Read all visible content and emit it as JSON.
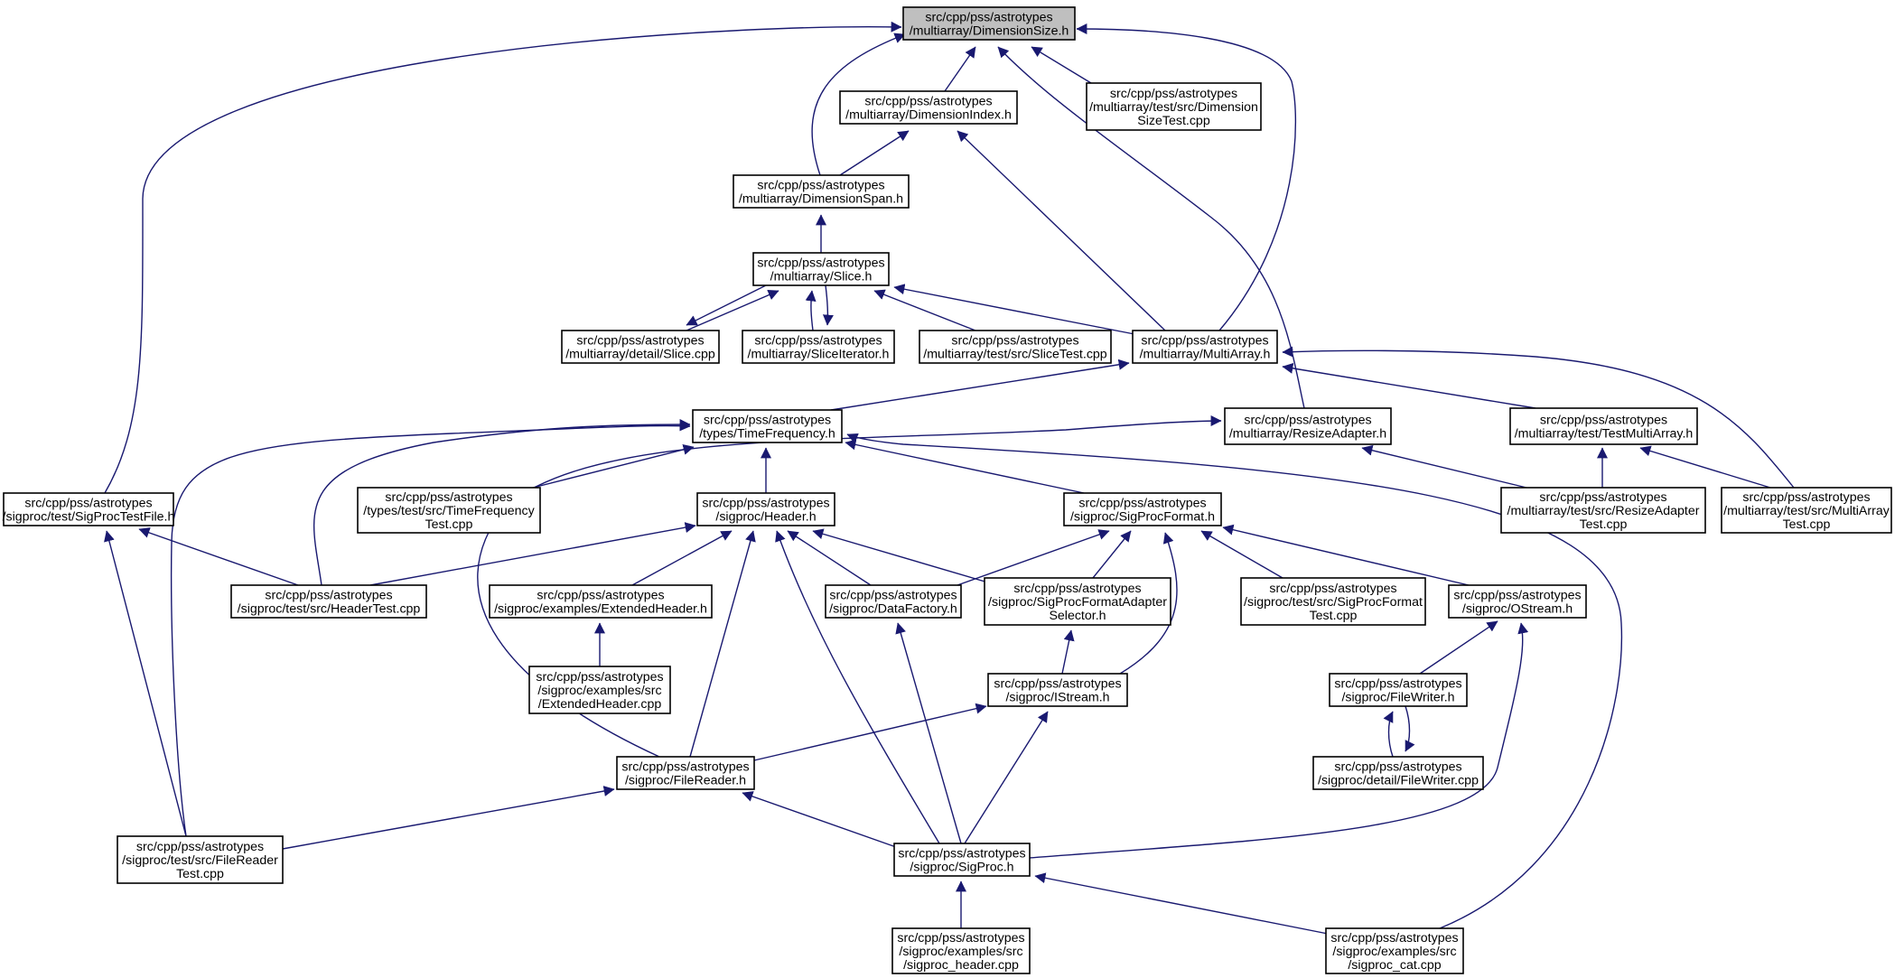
{
  "colors": {
    "edge": "#191970",
    "root_fill": "#bfbfbf",
    "node_fill": "#ffffff",
    "node_border": "#000000"
  },
  "nodes": [
    {
      "id": "DimensionSize_h",
      "lines": [
        "src/cpp/pss/astrotypes",
        "/multiarray/DimensionSize.h"
      ]
    },
    {
      "id": "DimensionIndex_h",
      "lines": [
        "src/cpp/pss/astrotypes",
        "/multiarray/DimensionIndex.h"
      ]
    },
    {
      "id": "DimensionSizeTest_cpp",
      "lines": [
        "src/cpp/pss/astrotypes",
        "/multiarray/test/src/Dimension",
        "SizeTest.cpp"
      ]
    },
    {
      "id": "DimensionSpan_h",
      "lines": [
        "src/cpp/pss/astrotypes",
        "/multiarray/DimensionSpan.h"
      ]
    },
    {
      "id": "Slice_h",
      "lines": [
        "src/cpp/pss/astrotypes",
        "/multiarray/Slice.h"
      ]
    },
    {
      "id": "detail_Slice_cpp",
      "lines": [
        "src/cpp/pss/astrotypes",
        "/multiarray/detail/Slice.cpp"
      ]
    },
    {
      "id": "SliceIterator_h",
      "lines": [
        "src/cpp/pss/astrotypes",
        "/multiarray/SliceIterator.h"
      ]
    },
    {
      "id": "SliceTest_cpp",
      "lines": [
        "src/cpp/pss/astrotypes",
        "/multiarray/test/src/SliceTest.cpp"
      ]
    },
    {
      "id": "MultiArray_h",
      "lines": [
        "src/cpp/pss/astrotypes",
        "/multiarray/MultiArray.h"
      ]
    },
    {
      "id": "TimeFrequency_h",
      "lines": [
        "src/cpp/pss/astrotypes",
        "/types/TimeFrequency.h"
      ]
    },
    {
      "id": "ResizeAdapter_h",
      "lines": [
        "src/cpp/pss/astrotypes",
        "/multiarray/ResizeAdapter.h"
      ]
    },
    {
      "id": "TestMultiArray_h",
      "lines": [
        "src/cpp/pss/astrotypes",
        "/multiarray/test/TestMultiArray.h"
      ]
    },
    {
      "id": "SigProcTestFile_h",
      "lines": [
        "src/cpp/pss/astrotypes",
        "/sigproc/test/SigProcTestFile.h"
      ]
    },
    {
      "id": "TimeFrequencyTest_cpp",
      "lines": [
        "src/cpp/pss/astrotypes",
        "/types/test/src/TimeFrequency",
        "Test.cpp"
      ]
    },
    {
      "id": "Header_h",
      "lines": [
        "src/cpp/pss/astrotypes",
        "/sigproc/Header.h"
      ]
    },
    {
      "id": "SigProcFormat_h",
      "lines": [
        "src/cpp/pss/astrotypes",
        "/sigproc/SigProcFormat.h"
      ]
    },
    {
      "id": "ResizeAdapterTest_cpp",
      "lines": [
        "src/cpp/pss/astrotypes",
        "/multiarray/test/src/ResizeAdapter",
        "Test.cpp"
      ]
    },
    {
      "id": "MultiArrayTest_cpp",
      "lines": [
        "src/cpp/pss/astrotypes",
        "/multiarray/test/src/MultiArray",
        "Test.cpp"
      ]
    },
    {
      "id": "HeaderTest_cpp",
      "lines": [
        "src/cpp/pss/astrotypes",
        "/sigproc/test/src/HeaderTest.cpp"
      ]
    },
    {
      "id": "ExtendedHeader_h",
      "lines": [
        "src/cpp/pss/astrotypes",
        "/sigproc/examples/ExtendedHeader.h"
      ]
    },
    {
      "id": "DataFactory_h",
      "lines": [
        "src/cpp/pss/astrotypes",
        "/sigproc/DataFactory.h"
      ]
    },
    {
      "id": "SigProcFormatAdapterSelector_h",
      "lines": [
        "src/cpp/pss/astrotypes",
        "/sigproc/SigProcFormatAdapter",
        "Selector.h"
      ]
    },
    {
      "id": "SigProcFormatTest_cpp",
      "lines": [
        "src/cpp/pss/astrotypes",
        "/sigproc/test/src/SigProcFormat",
        "Test.cpp"
      ]
    },
    {
      "id": "OStream_h",
      "lines": [
        "src/cpp/pss/astrotypes",
        "/sigproc/OStream.h"
      ]
    },
    {
      "id": "ExtendedHeader_cpp",
      "lines": [
        "src/cpp/pss/astrotypes",
        "/sigproc/examples/src",
        "/ExtendedHeader.cpp"
      ]
    },
    {
      "id": "IStream_h",
      "lines": [
        "src/cpp/pss/astrotypes",
        "/sigproc/IStream.h"
      ]
    },
    {
      "id": "FileWriter_h",
      "lines": [
        "src/cpp/pss/astrotypes",
        "/sigproc/FileWriter.h"
      ]
    },
    {
      "id": "FileReader_h",
      "lines": [
        "src/cpp/pss/astrotypes",
        "/sigproc/FileReader.h"
      ]
    },
    {
      "id": "detail_FileWriter_cpp",
      "lines": [
        "src/cpp/pss/astrotypes",
        "/sigproc/detail/FileWriter.cpp"
      ]
    },
    {
      "id": "FileReaderTest_cpp",
      "lines": [
        "src/cpp/pss/astrotypes",
        "/sigproc/test/src/FileReader",
        "Test.cpp"
      ]
    },
    {
      "id": "SigProc_h",
      "lines": [
        "src/cpp/pss/astrotypes",
        "/sigproc/SigProc.h"
      ]
    },
    {
      "id": "sigproc_header_cpp",
      "lines": [
        "src/cpp/pss/astrotypes",
        "/sigproc/examples/src",
        "/sigproc_header.cpp"
      ]
    },
    {
      "id": "sigproc_cat_cpp",
      "lines": [
        "src/cpp/pss/astrotypes",
        "/sigproc/examples/src",
        "/sigproc_cat.cpp"
      ]
    }
  ],
  "edges": [
    {
      "from": "DimensionIndex_h",
      "to": "DimensionSize_h"
    },
    {
      "from": "DimensionSizeTest_cpp",
      "to": "DimensionSize_h"
    },
    {
      "from": "DimensionSpan_h",
      "to": "DimensionSize_h"
    },
    {
      "from": "MultiArray_h",
      "to": "DimensionSize_h"
    },
    {
      "from": "ResizeAdapter_h",
      "to": "DimensionSize_h"
    },
    {
      "from": "SigProcTestFile_h",
      "to": "DimensionSize_h"
    },
    {
      "from": "DimensionSpan_h",
      "to": "DimensionIndex_h"
    },
    {
      "from": "MultiArray_h",
      "to": "DimensionIndex_h"
    },
    {
      "from": "Slice_h",
      "to": "DimensionSpan_h"
    },
    {
      "from": "detail_Slice_cpp",
      "to": "Slice_h"
    },
    {
      "from": "Slice_h",
      "to": "detail_Slice_cpp"
    },
    {
      "from": "SliceIterator_h",
      "to": "Slice_h"
    },
    {
      "from": "Slice_h",
      "to": "SliceIterator_h"
    },
    {
      "from": "SliceTest_cpp",
      "to": "Slice_h"
    },
    {
      "from": "MultiArray_h",
      "to": "Slice_h"
    },
    {
      "from": "TimeFrequency_h",
      "to": "MultiArray_h"
    },
    {
      "from": "TestMultiArray_h",
      "to": "MultiArray_h"
    },
    {
      "from": "MultiArrayTest_cpp",
      "to": "MultiArray_h"
    },
    {
      "from": "TimeFrequencyTest_cpp",
      "to": "TimeFrequency_h"
    },
    {
      "from": "Header_h",
      "to": "TimeFrequency_h"
    },
    {
      "from": "SigProcFormat_h",
      "to": "TimeFrequency_h"
    },
    {
      "from": "HeaderTest_cpp",
      "to": "TimeFrequency_h"
    },
    {
      "from": "FileReaderTest_cpp",
      "to": "TimeFrequency_h"
    },
    {
      "from": "sigproc_cat_cpp",
      "to": "TimeFrequency_h"
    },
    {
      "from": "FileReader_h",
      "to": "ResizeAdapter_h"
    },
    {
      "from": "ResizeAdapterTest_cpp",
      "to": "ResizeAdapter_h"
    },
    {
      "from": "ResizeAdapterTest_cpp",
      "to": "TestMultiArray_h"
    },
    {
      "from": "MultiArrayTest_cpp",
      "to": "TestMultiArray_h"
    },
    {
      "from": "HeaderTest_cpp",
      "to": "SigProcTestFile_h"
    },
    {
      "from": "FileReaderTest_cpp",
      "to": "SigProcTestFile_h"
    },
    {
      "from": "HeaderTest_cpp",
      "to": "Header_h"
    },
    {
      "from": "ExtendedHeader_h",
      "to": "Header_h"
    },
    {
      "from": "DataFactory_h",
      "to": "Header_h"
    },
    {
      "from": "SigProcFormatAdapterSelector_h",
      "to": "Header_h"
    },
    {
      "from": "FileReader_h",
      "to": "Header_h"
    },
    {
      "from": "SigProc_h",
      "to": "Header_h"
    },
    {
      "from": "DataFactory_h",
      "to": "SigProcFormat_h"
    },
    {
      "from": "SigProcFormatAdapterSelector_h",
      "to": "SigProcFormat_h"
    },
    {
      "from": "SigProcFormatTest_cpp",
      "to": "SigProcFormat_h"
    },
    {
      "from": "OStream_h",
      "to": "SigProcFormat_h"
    },
    {
      "from": "IStream_h",
      "to": "SigProcFormat_h"
    },
    {
      "from": "ExtendedHeader_cpp",
      "to": "ExtendedHeader_h"
    },
    {
      "from": "SigProc_h",
      "to": "DataFactory_h"
    },
    {
      "from": "IStream_h",
      "to": "SigProcFormatAdapterSelector_h"
    },
    {
      "from": "FileWriter_h",
      "to": "OStream_h"
    },
    {
      "from": "SigProc_h",
      "to": "OStream_h"
    },
    {
      "from": "FileReader_h",
      "to": "IStream_h"
    },
    {
      "from": "SigProc_h",
      "to": "IStream_h"
    },
    {
      "from": "detail_FileWriter_cpp",
      "to": "FileWriter_h"
    },
    {
      "from": "FileWriter_h",
      "to": "detail_FileWriter_cpp"
    },
    {
      "from": "FileReaderTest_cpp",
      "to": "FileReader_h"
    },
    {
      "from": "SigProc_h",
      "to": "FileReader_h"
    },
    {
      "from": "sigproc_header_cpp",
      "to": "SigProc_h"
    },
    {
      "from": "sigproc_cat_cpp",
      "to": "SigProc_h"
    }
  ]
}
